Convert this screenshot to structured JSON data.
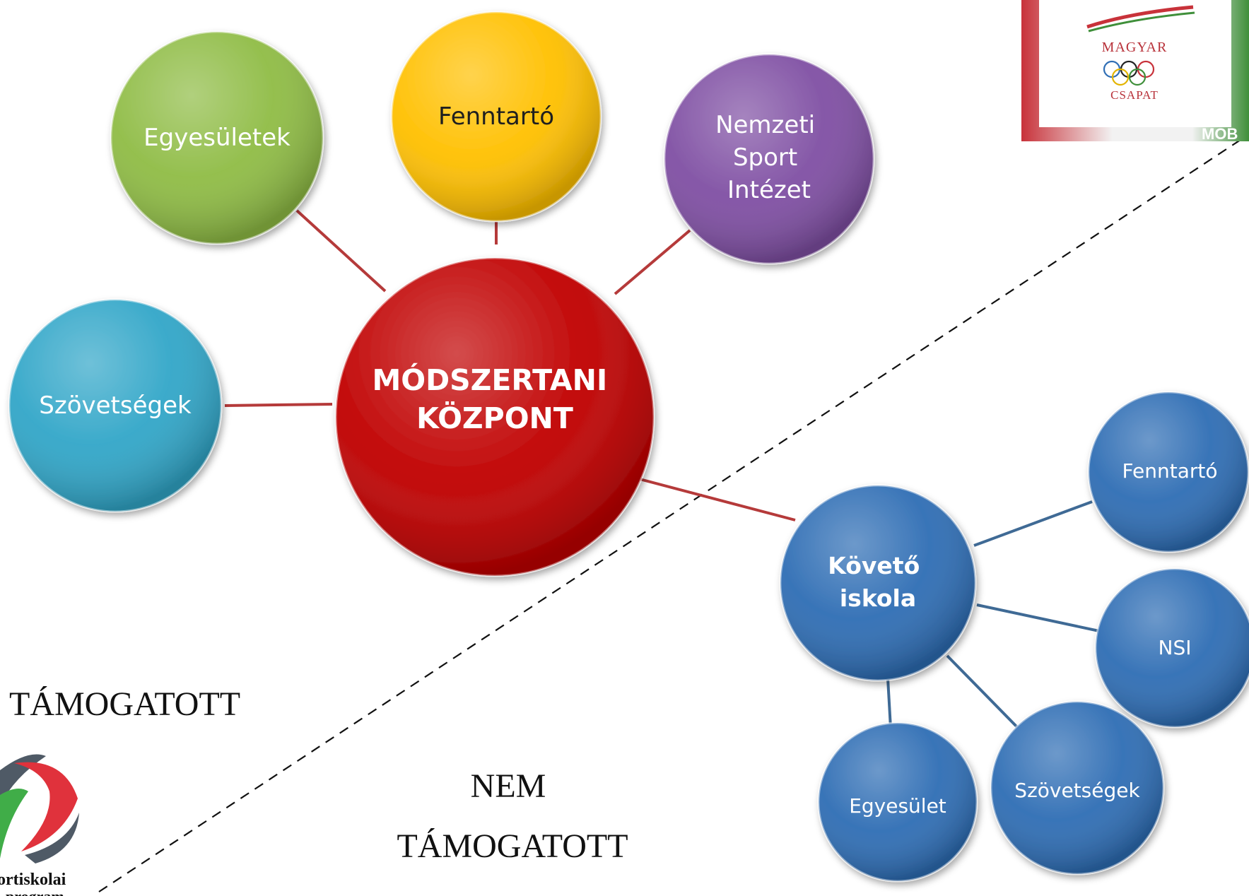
{
  "center": {
    "line1": "MÓDSZERTANI",
    "line2": "KÖZPONT",
    "color": "#c00000"
  },
  "upper_nodes": {
    "egyesuletek": {
      "label": "Egyesületek",
      "color": "#8fbc45"
    },
    "fenntarto": {
      "label": "Fenntartó",
      "color": "#ffc000"
    },
    "nsi": {
      "line1": "Nemzeti",
      "line2": "Sport",
      "line3": "Intézet",
      "color": "#7f4fa3"
    },
    "szovetsegek": {
      "label": "Szövetségek",
      "color": "#31a6c8"
    }
  },
  "follower": {
    "line1": "Követő",
    "line2": "iskola",
    "color": "#2e6db4"
  },
  "follower_nodes": {
    "fenntarto": {
      "label": "Fenntartó",
      "color": "#2e6db4"
    },
    "nsi": {
      "label": "NSI",
      "color": "#2e6db4"
    },
    "szovetsegek": {
      "label": "Szövetségek",
      "color": "#2e6db4"
    },
    "egyesulet": {
      "label": "Egyesület",
      "color": "#2e6db4"
    }
  },
  "regions": {
    "supported": "TÁMOGATOTT",
    "not_supported_line1": "NEM",
    "not_supported_line2": "TÁMOGATOTT"
  },
  "mob_logo": {
    "line1": "MAGYAR",
    "line2": "CSAPAT",
    "corner": "MOB"
  },
  "school_logo": {
    "line1": "ortiskolai",
    "line2": "program"
  },
  "colors": {
    "red_link": "#b53a3a",
    "blue_link": "#3f6a95",
    "divider": "#111111"
  }
}
